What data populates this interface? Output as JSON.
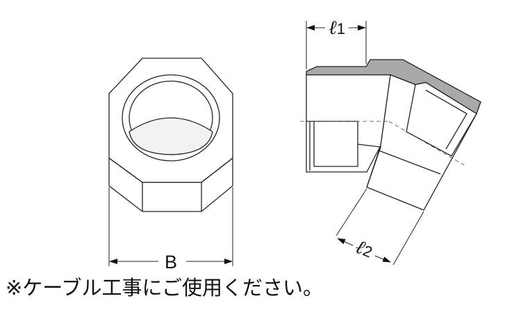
{
  "front_view": {
    "dimension_label": "B"
  },
  "side_view": {
    "dimension_l1": {
      "symbol": "ℓ",
      "index": "1"
    },
    "dimension_l2": {
      "symbol": "ℓ",
      "index": "2"
    }
  },
  "note": "※ケーブル工事にご使用ください。"
}
